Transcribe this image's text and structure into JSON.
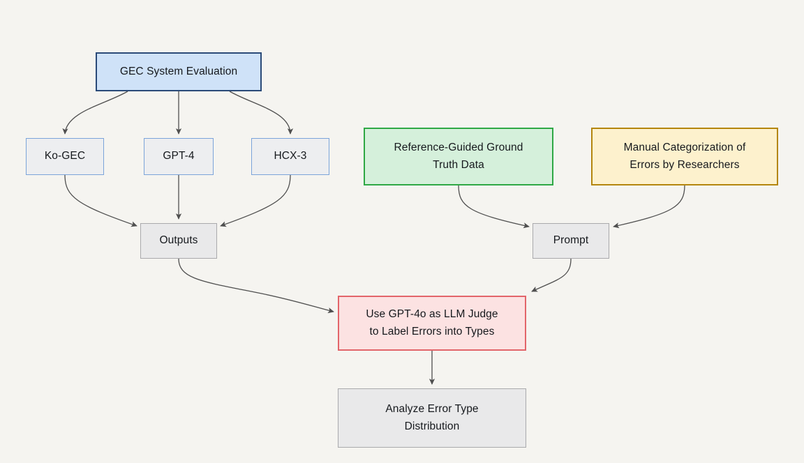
{
  "diagram": {
    "title": "GEC System Evaluation Pipeline",
    "background_color": "#f5f4f0",
    "type": "flowchart",
    "direction": "top-down"
  },
  "nodes": {
    "root": {
      "label": "GEC System Evaluation",
      "fill": "#cfe2f8",
      "stroke": "#2a4a78"
    },
    "ko_gec": {
      "label": "Ko-GEC",
      "fill": "#edeef0",
      "stroke": "#7ba4da"
    },
    "gpt4": {
      "label": "GPT-4",
      "fill": "#edeef0",
      "stroke": "#7ba4da"
    },
    "hcx3": {
      "label": "HCX-3",
      "fill": "#edeef0",
      "stroke": "#7ba4da"
    },
    "outputs": {
      "label": "Outputs",
      "fill": "#e9e9ea",
      "stroke": "#a9a9ac"
    },
    "ground_truth": {
      "label": "Reference-Guided Ground\nTruth Data",
      "fill": "#d5f0db",
      "stroke": "#2fa845"
    },
    "manual_categorization": {
      "label": "Manual Categorization of\nErrors by Researchers",
      "fill": "#fdf1cd",
      "stroke": "#b4860d"
    },
    "prompt": {
      "label": "Prompt",
      "fill": "#e9e9ea",
      "stroke": "#a9a9ac"
    },
    "judge": {
      "label": "Use GPT-4o as LLM Judge\nto Label Errors into Types",
      "fill": "#fce2e2",
      "stroke": "#e2656a"
    },
    "analyze": {
      "label": "Analyze Error Type\nDistribution",
      "fill": "#e9e9ea",
      "stroke": "#a9a9ac"
    }
  },
  "edges": [
    {
      "from": "root",
      "to": "ko_gec"
    },
    {
      "from": "root",
      "to": "gpt4"
    },
    {
      "from": "root",
      "to": "hcx3"
    },
    {
      "from": "ko_gec",
      "to": "outputs"
    },
    {
      "from": "gpt4",
      "to": "outputs"
    },
    {
      "from": "hcx3",
      "to": "outputs"
    },
    {
      "from": "ground_truth",
      "to": "prompt"
    },
    {
      "from": "manual_categorization",
      "to": "prompt"
    },
    {
      "from": "outputs",
      "to": "judge"
    },
    {
      "from": "prompt",
      "to": "judge"
    },
    {
      "from": "judge",
      "to": "analyze"
    }
  ],
  "edge_style": {
    "color": "#4f4f4f",
    "width": 1.3,
    "arrowhead": "filled-triangle"
  }
}
